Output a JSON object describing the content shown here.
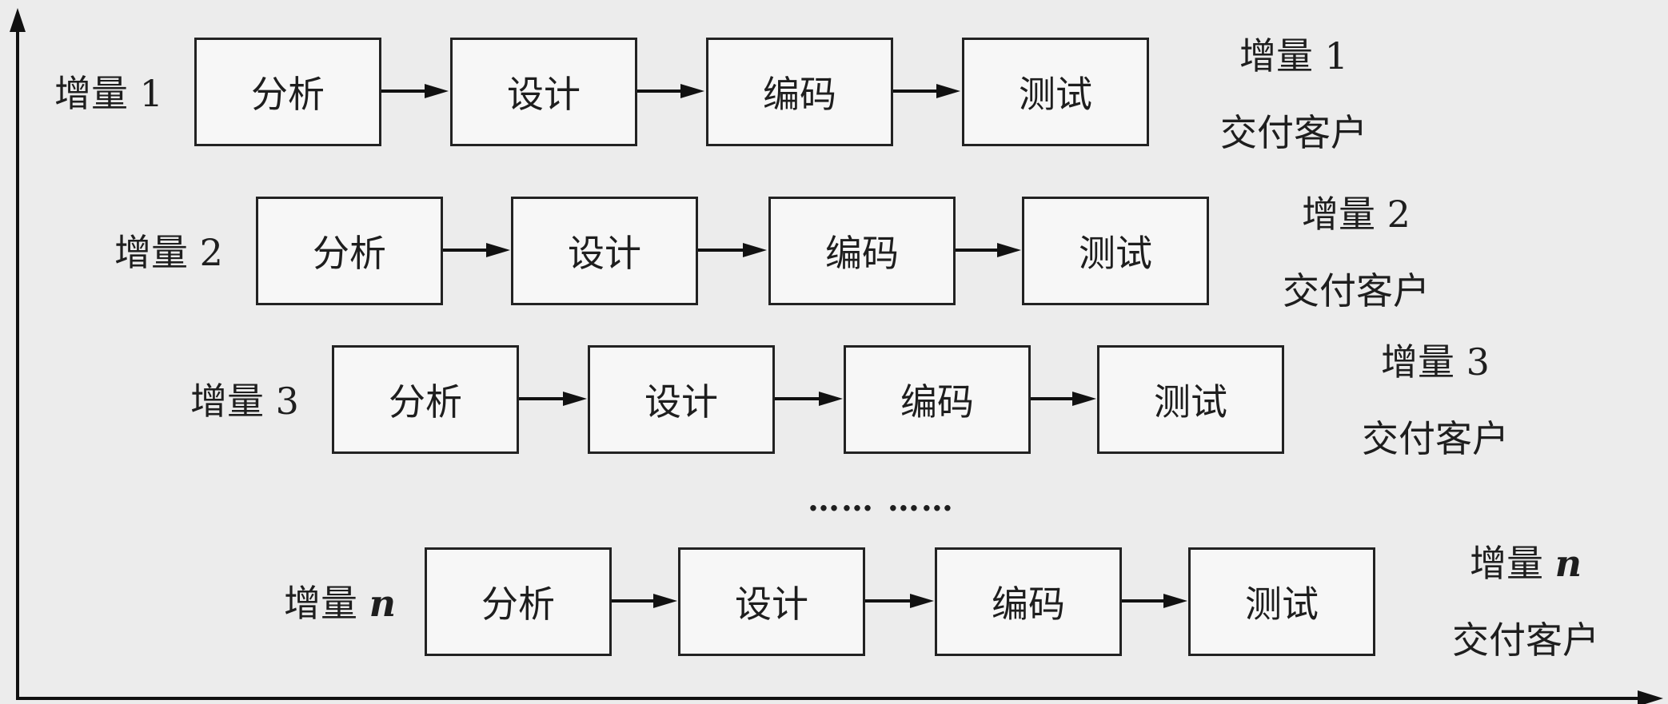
{
  "diagram": {
    "stage_labels": [
      "分析",
      "设计",
      "编码",
      "测试"
    ],
    "increments": [
      {
        "label_text": "增量",
        "label_num": "1",
        "delivery_title_text": "增量",
        "delivery_title_num": "1",
        "delivery_sub": "交付客户",
        "italic": false
      },
      {
        "label_text": "增量",
        "label_num": "2",
        "delivery_title_text": "增量",
        "delivery_title_num": "2",
        "delivery_sub": "交付客户",
        "italic": false
      },
      {
        "label_text": "增量",
        "label_num": "3",
        "delivery_title_text": "增量",
        "delivery_title_num": "3",
        "delivery_sub": "交付客户",
        "italic": false
      },
      {
        "label_text": "增量",
        "label_num": "n",
        "delivery_title_text": "增量",
        "delivery_title_num": "n",
        "delivery_sub": "交付客户",
        "italic": true
      }
    ],
    "ellipsis": "…… ……"
  }
}
